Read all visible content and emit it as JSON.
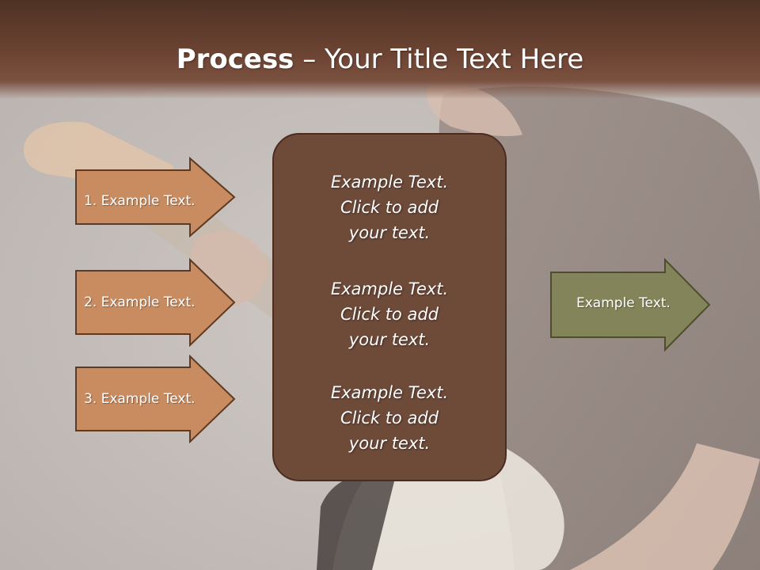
{
  "title": {
    "bold": "Process",
    "rest": " – Your Title Text Here"
  },
  "left_items": [
    {
      "label": "1. Example Text."
    },
    {
      "label": "2. Example Text."
    },
    {
      "label": "3. Example Text."
    }
  ],
  "center_blocks": [
    {
      "lines": [
        "Example Text.",
        "Click  to add",
        "your text."
      ]
    },
    {
      "lines": [
        "Example Text.",
        "Click  to add",
        "your text."
      ]
    },
    {
      "lines": [
        "Example Text.",
        "Click  to add",
        "your text."
      ]
    }
  ],
  "output_item": {
    "label": "Example Text."
  },
  "colors": {
    "arrow_fill": "#c98c60",
    "arrow_stroke": "#5e3a22",
    "center_fill": "#6e4a39",
    "output_fill": "#838459",
    "output_stroke": "#4d4e2c",
    "header": "#6d4433"
  }
}
